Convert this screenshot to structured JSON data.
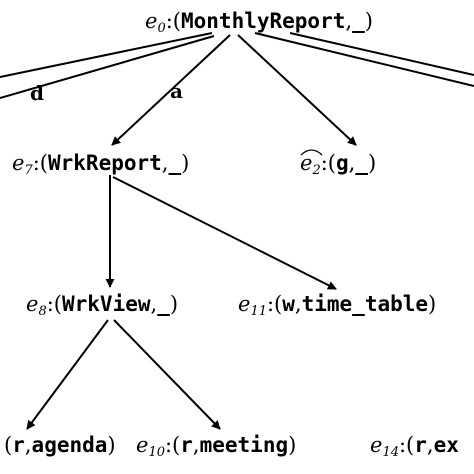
{
  "nodes": [
    {
      "id": "e0",
      "name": "e",
      "sub": "0",
      "hat": false,
      "term": "MonthlyReport",
      "arg": "_"
    },
    {
      "id": "e7",
      "name": "e",
      "sub": "7",
      "hat": false,
      "term": "WrkReport",
      "arg": "_"
    },
    {
      "id": "e2",
      "name": "e",
      "sub": "2",
      "hat": true,
      "term": "g",
      "arg": "_"
    },
    {
      "id": "e8",
      "name": "e",
      "sub": "8",
      "hat": false,
      "term": "WrkView",
      "arg": "_"
    },
    {
      "id": "e11",
      "name": "e",
      "sub": "11",
      "hat": false,
      "term": "w",
      "arg": "time_table"
    },
    {
      "id": "e10",
      "name": "e",
      "sub": "10",
      "hat": false,
      "term": "r",
      "arg": "meeting"
    },
    {
      "id": "e14",
      "name": "e",
      "sub": "14",
      "hat": false,
      "term": "r",
      "arg": "ex"
    },
    {
      "id": "eL",
      "name": "",
      "sub": "",
      "hat": false,
      "term": "r",
      "arg": "agenda"
    }
  ],
  "edge_labels": {
    "left": "d",
    "e0_e7": "a"
  }
}
